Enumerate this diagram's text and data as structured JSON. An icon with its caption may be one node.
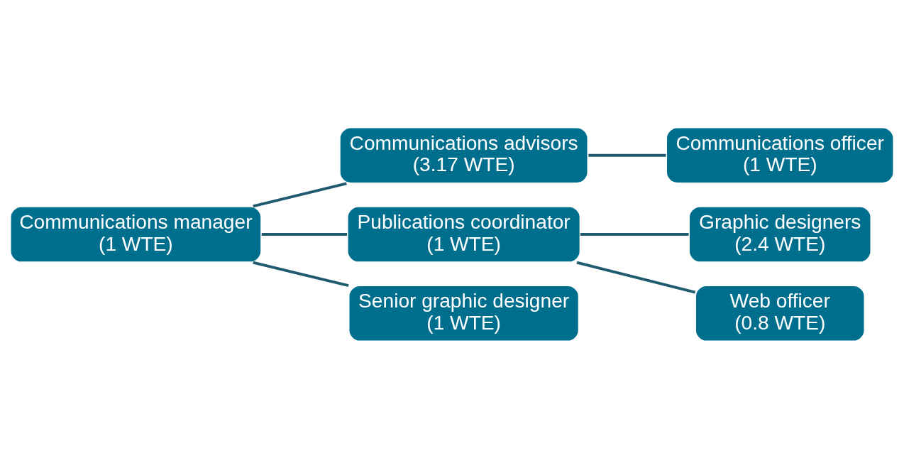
{
  "diagram": {
    "nodes": [
      {
        "text": [
          "Communications manager",
          "(1 WTE)"
        ]
      },
      {
        "text": [
          "Communications advisors",
          "(3.17 WTE)"
        ]
      },
      {
        "text": [
          "Publications coordinator",
          "(1 WTE)"
        ]
      },
      {
        "text": [
          "Senior graphic designer",
          "(1 WTE)"
        ]
      },
      {
        "text": [
          "Communications officer",
          "(1 WTE)"
        ]
      },
      {
        "text": [
          "Graphic designers",
          "(2.4 WTE)"
        ]
      },
      {
        "text": [
          "Web officer",
          "(0.8 WTE)"
        ]
      }
    ],
    "edges": [
      {
        "from": 0,
        "to": 1,
        "arrow": "none"
      },
      {
        "from": 0,
        "to": 2,
        "arrow": "none"
      },
      {
        "from": 0,
        "to": 3,
        "arrow": "none"
      },
      {
        "from": 1,
        "to": 4,
        "arrow": "none"
      },
      {
        "from": 2,
        "to": 5,
        "arrow": "none"
      },
      {
        "from": 2,
        "to": 6,
        "arrow": "none"
      }
    ]
  }
}
